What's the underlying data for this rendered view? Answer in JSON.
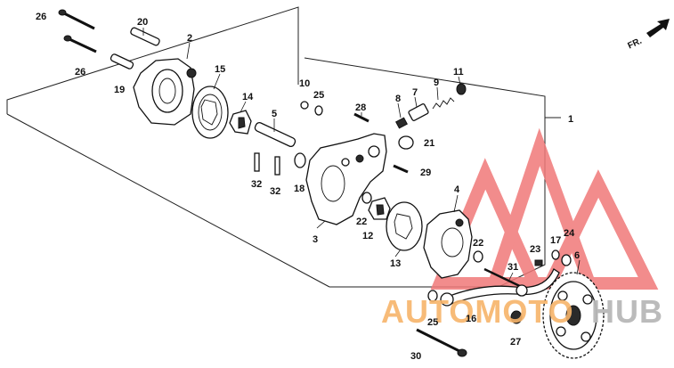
{
  "diagram": {
    "orientation_label": "FR.",
    "callouts": [
      "26",
      "20",
      "2",
      "26",
      "19",
      "15",
      "14",
      "10",
      "25",
      "5",
      "28",
      "8",
      "7",
      "9",
      "11",
      "1",
      "21",
      "29",
      "18",
      "32",
      "32",
      "3",
      "22",
      "12",
      "4",
      "13",
      "22",
      "23",
      "17",
      "24",
      "6",
      "31",
      "16",
      "25",
      "27",
      "30"
    ]
  },
  "watermark": {
    "brand_left": "AUTOMOTO",
    "brand_right": "HUB",
    "colors": {
      "triangles": "#f07878",
      "text_left": "#f7b46a",
      "text_right": "#b8b8b8"
    }
  }
}
